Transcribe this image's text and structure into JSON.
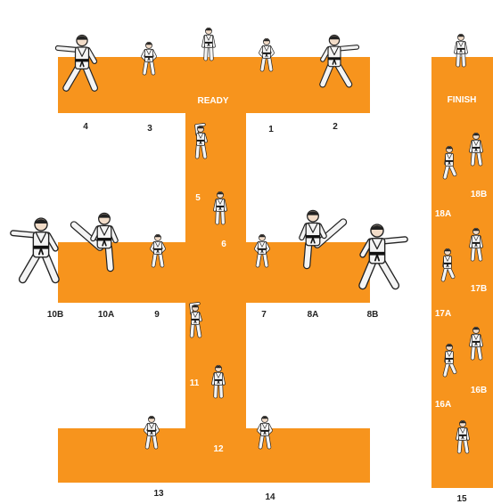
{
  "colors": {
    "band": "#f7941d",
    "gi": "#f4f4f4",
    "outline": "#222222",
    "belt": "#111111",
    "label": "#222222",
    "on_band_label": "#ffffff"
  },
  "labels": {
    "ready": "READY",
    "finish": "FINISH",
    "s1": "1",
    "s2": "2",
    "s3": "3",
    "s4": "4",
    "s5": "5",
    "s6": "6",
    "s7": "7",
    "s8a": "8A",
    "s8b": "8B",
    "s9": "9",
    "s10a": "10A",
    "s10b": "10B",
    "s11": "11",
    "s12": "12",
    "s13": "13",
    "s14": "14",
    "s15": "15",
    "s16a": "16A",
    "s16b": "16B",
    "s17a": "17A",
    "s17b": "17B",
    "s18a": "18A",
    "s18b": "18B"
  }
}
